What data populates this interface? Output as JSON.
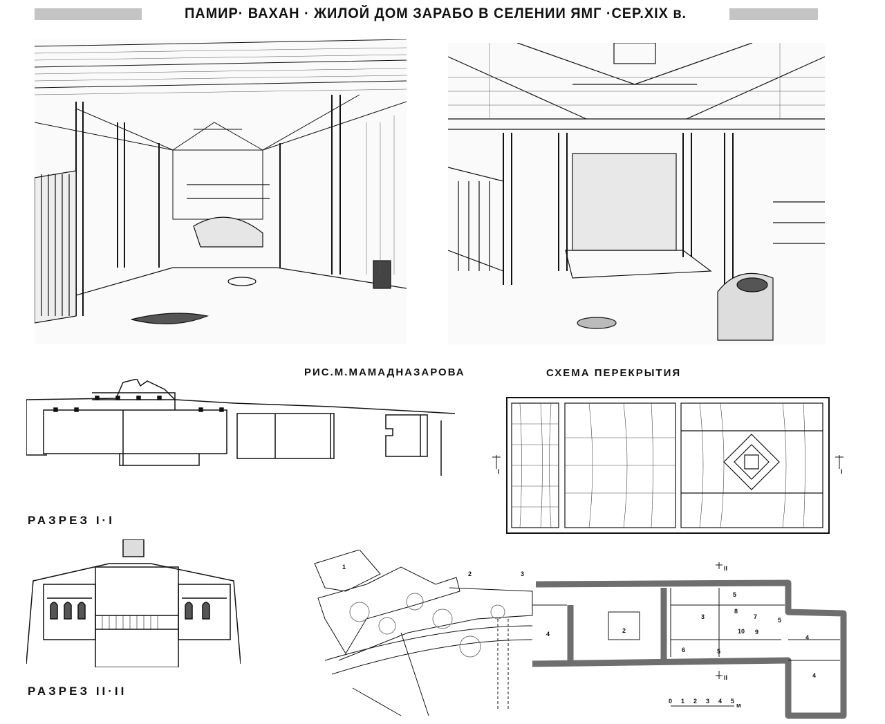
{
  "sheet": {
    "title": "ПАМИР· ВАХАН · ЖИЛОЙ ДОМ ЗАРАБО В СЕЛЕНИИ ЯМГ ·СЕР.XIX в.",
    "author_credit": "РИС.М.МАМАДНАЗАРОВА",
    "roof_scheme_title": "СХЕМА ПЕРЕКРЫТИЯ",
    "section_1_label": "РАЗРЕЗ I·I",
    "section_2_label": "РАЗРЕЗ II·II"
  },
  "roof_scheme": {
    "cut_mark_left": "I",
    "cut_mark_right": "I"
  },
  "plan": {
    "room_numbers": [
      "1",
      "2",
      "3",
      "4",
      "2",
      "3",
      "5",
      "6",
      "5",
      "7",
      "8",
      "9",
      "10",
      "5",
      "4",
      "4"
    ],
    "cut_mark_top": "II",
    "cut_mark_bottom": "II",
    "scale": {
      "ticks": [
        "0",
        "1",
        "2",
        "3",
        "4",
        "5"
      ],
      "unit": "м"
    }
  },
  "colors": {
    "ink": "#111111",
    "wall": "#6e6e6e",
    "bar": "#c4c4c4"
  }
}
